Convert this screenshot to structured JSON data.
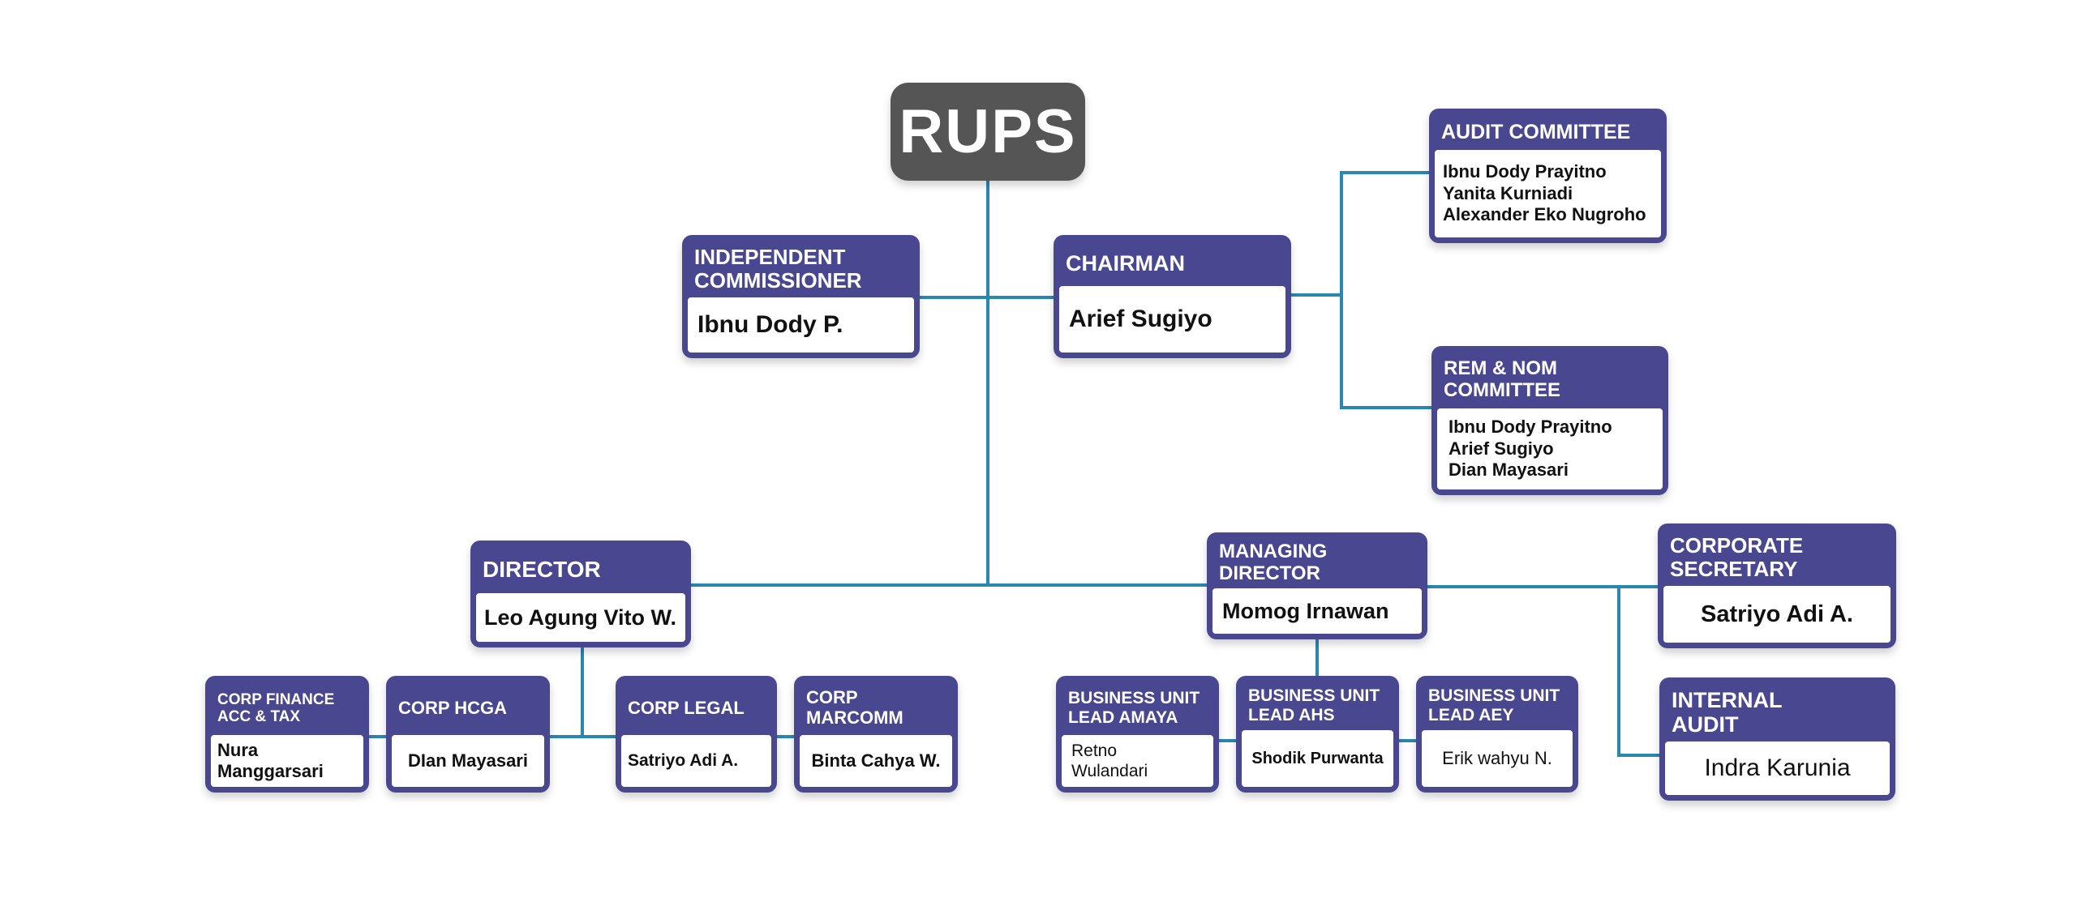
{
  "colors": {
    "box_header": "#4a4791",
    "rups": "#555555",
    "connector": "#2a86b3"
  },
  "rups": {
    "label": "RUPS"
  },
  "board": {
    "independent_commissioner": {
      "title": "INDEPENDENT\nCOMMISSIONER",
      "name": "Ibnu Dody P."
    },
    "chairman": {
      "title": "CHAIRMAN",
      "name": "Arief Sugiyo"
    }
  },
  "committees": {
    "audit": {
      "title": "AUDIT COMMITTEE",
      "members": [
        "Ibnu Dody Prayitno",
        "Yanita Kurniadi",
        "Alexander Eko Nugroho"
      ]
    },
    "rem_nom": {
      "title": "REM & NOM\nCOMMITTEE",
      "members": [
        "Ibnu Dody Prayitno",
        "Arief Sugiyo",
        "Dian Mayasari"
      ]
    }
  },
  "directors": {
    "director": {
      "title": "DIRECTOR",
      "name": "Leo Agung Vito W."
    },
    "managing_director": {
      "title": "MANAGING\nDIRECTOR",
      "name": "Momog Irnawan"
    },
    "corporate_secretary": {
      "title": "CORPORATE\nSECRETARY",
      "name": "Satriyo Adi A."
    },
    "internal_audit": {
      "title": "INTERNAL\nAUDIT",
      "name": "Indra Karunia"
    }
  },
  "director_units": [
    {
      "title": "CORP FINANCE\nACC & TAX",
      "name": "Nura\nManggarsari"
    },
    {
      "title": "CORP HCGA",
      "name": "DIan Mayasari"
    },
    {
      "title": "CORP LEGAL",
      "name": "Satriyo Adi A."
    },
    {
      "title": "CORP\nMARCOMM",
      "name": "Binta Cahya W."
    }
  ],
  "md_units": [
    {
      "title": "BUSINESS UNIT\nLEAD AMAYA",
      "name": "Retno\nWulandari"
    },
    {
      "title": "BUSINESS UNIT\nLEAD AHS",
      "name": "Shodik Purwanta"
    },
    {
      "title": "BUSINESS UNIT\nLEAD AEY",
      "name": "Erik wahyu N."
    }
  ]
}
